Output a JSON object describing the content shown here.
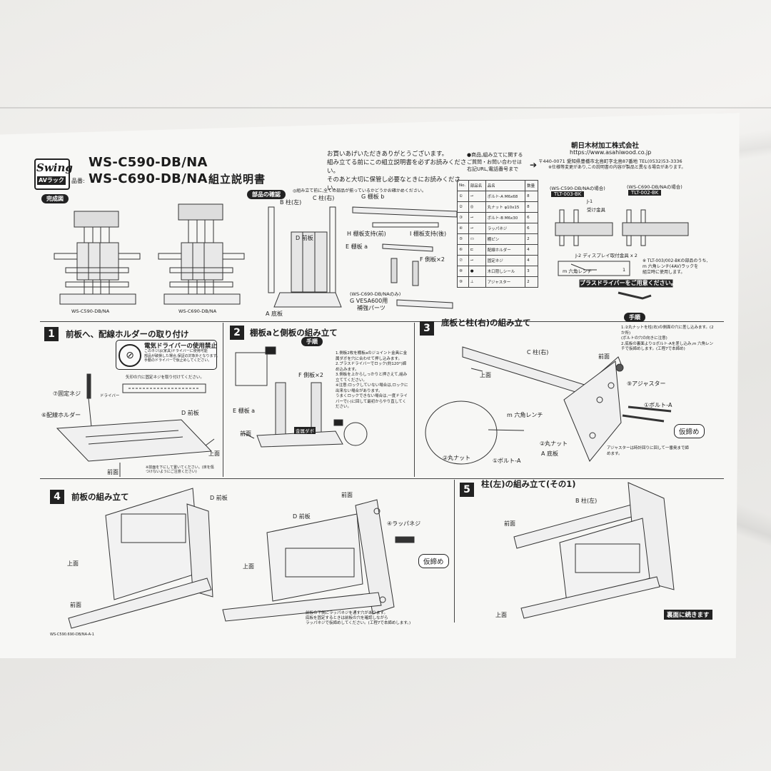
{
  "header": {
    "logo_top": "Swing",
    "logo_bottom": "AVラック",
    "model_1": "WS-C590-DB/NA",
    "model_label": "品番:",
    "model_2": "WS-C690-DB/NA",
    "title": "組立説明書",
    "intro": [
      "お買いあげいただきありがとうございます。",
      "組み立てる前にこの組立説明書を必ずお読みください。",
      "そのあと大切に保管し必要なときにお読みください。"
    ],
    "contact": [
      "●商品,組み立てに関する",
      "ご質問・お問い合わせは",
      "右記URL,電話番号まで"
    ],
    "company": "朝日木材加工株式会社",
    "url": "https://www.asahiwood.co.jp",
    "address": "〒440-0071 愛知県豊橋市北島町字北島87番地  TEL(0532)53-3336",
    "address_note": "※仕様等変更があり,この説明書の内容が製品と異なる場合があります。"
  },
  "completed": {
    "badge": "完成図",
    "caption_1": "WS-C590-DB/NA",
    "caption_2": "WS-C690-DB/NA"
  },
  "parts_check": {
    "badge": "部品の確認",
    "note": "◎組み立て前に,全ての部品が揃っているかどうかお確かめください。",
    "labels": [
      "B 柱(左)",
      "C 柱(右)",
      "D 前板",
      "A 底板",
      "G 棚板 b",
      "H 棚板支持(前)",
      "I 棚板支持(後)",
      "E 棚板 a",
      "F 側板×2"
    ],
    "vesa_note": "(WS-C690-DB/NAのみ)",
    "vesa_label": "G VESA600用",
    "vesa_label_2": "補強パーツ"
  },
  "parts_table": {
    "headers": [
      "No.",
      "部品名",
      "品名",
      "数量"
    ],
    "rows": [
      {
        "no": "①",
        "name": "ボルト-A M6x68",
        "qty": "8"
      },
      {
        "no": "②",
        "name": "丸ナット φ10x15",
        "qty": "8"
      },
      {
        "no": "③",
        "name": "ボルト-B M6x30",
        "qty": "6"
      },
      {
        "no": "④",
        "name": "ラッパネジ",
        "qty": "6"
      },
      {
        "no": "⑤",
        "name": "棚ピン",
        "qty": "2"
      },
      {
        "no": "⑥",
        "name": "配線ホルダー",
        "qty": "4"
      },
      {
        "no": "⑦",
        "name": "固定ネジ",
        "qty": "4"
      },
      {
        "no": "⑧",
        "name": "木口隠しシール",
        "qty": "3"
      },
      {
        "no": "⑨",
        "name": "アジャスター",
        "qty": "2"
      }
    ]
  },
  "display_bracket": {
    "case_1": "(WS-C590-DB/NAの場合)",
    "code_1": "TLT-003-BK",
    "case_2": "(WS-C690-DB/NAの場合)",
    "code_2": "TLT-002-BK",
    "j1_label": "J-1",
    "j1_desc": "受け金具",
    "j2_label": "J-2 ディスプレイ取付金具 x 2",
    "wrench": "m 六角レンチ",
    "wrench_qty": "1",
    "notes": [
      "※ TLT-003/002-BKの部品のうち,",
      "m 六角レンチ(4AV)ラックを",
      "組立時に使用します。"
    ],
    "driver_banner": "プラスドライバーをご用意ください。"
  },
  "step1": {
    "num": "1",
    "title": "前板へ、配線ホルダーの取り付け",
    "warn_title": "電気ドライバーの使用禁止",
    "warn_text": [
      "このネジは(家具)ドライバーに使用可能",
      "部品が破損した場合,保証の対象外となります。",
      "手動のドライバーで仮止めしてください。"
    ],
    "inset_note": "矢印の穴に固定ネジを取り付けてください。",
    "driver": "ドライバー",
    "labels": [
      "⑦固定ネジ",
      "⑥配線ホルダー",
      "D 前板"
    ],
    "dir_up": "上面",
    "dir_front": "前面",
    "footnote": "※前面を下にして置いてください。(床を傷つけないようにご注意ください)"
  },
  "step2": {
    "num": "2",
    "title": "棚板aと側板の組み立て",
    "procedure_badge": "手順",
    "procedure": [
      "1.側板2枚を棚板aのジョイント金具に金属ダボを穴に合わせて押し込みます。",
      "2.プラスドライバーでロック(約120°)締め込みます。",
      "3.側板を上からしっかりと押さえて,組み立ててください。",
      "※注意:ロックしていない場合は,ロックに出来ない場合があります。",
      "うまくロックできない場合は,一度ドライバーで(-)に回して最初からやり直してください。"
    ],
    "labels": [
      "F 側板×2",
      "E 棚板 a",
      "前面"
    ],
    "lock_label": "金属ダボ"
  },
  "step3": {
    "num": "3",
    "title": "底板と柱(右)の組み立て",
    "procedure_badge": "手順",
    "procedure": [
      "1.②丸ナットを柱(右)の側面の穴に差し込みます。(2か所)",
      "(ボルトの穴の向きに注意)",
      "2.底板の裏面より①ボルト-Aを差し込み,m 六角レンチで仮締めします。(工程7で本締め)"
    ],
    "labels": [
      "C 柱(右)",
      "上面",
      "前面",
      "⑨アジャスター",
      "①ボルト-A",
      "m 六角レンチ",
      "②丸ナット",
      "A 底板",
      "②丸ナット",
      "①ボルト-A"
    ],
    "stamp": "仮締め",
    "adjuster_note": "アジャスターは時計回りに回して一番奥まで締めます。"
  },
  "step4": {
    "num": "4",
    "title": "前板の組み立て",
    "labels": [
      "D 前板",
      "上面",
      "前面",
      "D 前板",
      "前面",
      "上面",
      "④ラッパネジ"
    ],
    "stamp": "仮締め",
    "footnote": [
      "前板の下側にラッパネジを通す穴があります。",
      "底板を固定するときは前板の穴を確認しながら",
      "ラッパネジで仮締めしてください。(工程7で本締めします。)"
    ],
    "code": "WS-C590.690-DB/NA-A-1"
  },
  "step5": {
    "num": "5",
    "title": "柱(左)の組み立て(その1)",
    "labels": [
      "B 柱(左)",
      "前面",
      "上面"
    ],
    "continue_banner": "裏面に続きます"
  }
}
